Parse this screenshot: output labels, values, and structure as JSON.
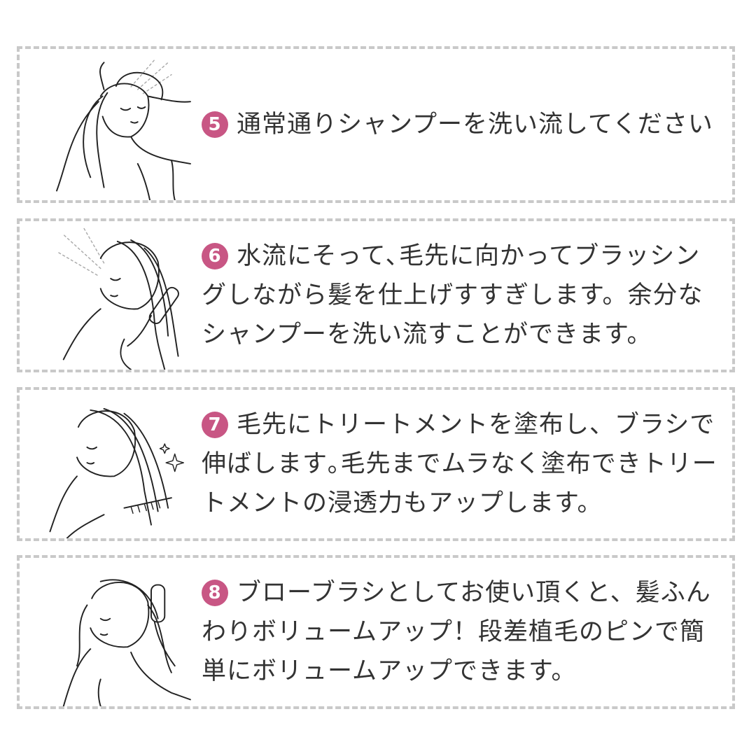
{
  "accent_color": "#c85684",
  "steps": [
    {
      "number": "5",
      "text": "通常通りシャンプーを洗い流してください",
      "illustration": "woman-rinsing-hair-icon"
    },
    {
      "number": "6",
      "text": "水流にそって､毛先に向かってブラッシングしながら髪を仕上げすすぎします。余分なシャンプーを洗い流すことができます。",
      "illustration": "woman-brushing-under-water-icon"
    },
    {
      "number": "7",
      "text": "毛先にトリートメントを塗布し、ブラシで伸ばします｡毛先までムラなく塗布できトリートメントの浸透力もアップします。",
      "illustration": "woman-combing-treatment-icon"
    },
    {
      "number": "8",
      "text": "ブローブラシとしてお使い頂くと、髪ふんわりボリュームアップ！段差植毛のピンで簡単にボリュームアップできます。",
      "illustration": "woman-blow-brushing-icon"
    }
  ]
}
